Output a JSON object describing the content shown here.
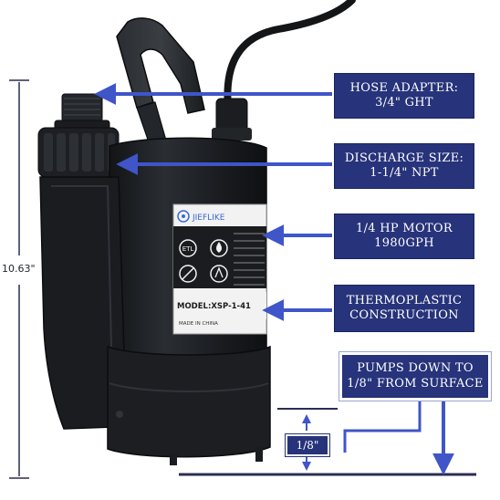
{
  "dimensions": {
    "height_label": "10.63\"",
    "gap_label": "1/8\""
  },
  "product_label": {
    "brand": "JIEFLIKE",
    "model": "MODEL:XSP-1-41",
    "origin": "MADE IN CHINA"
  },
  "callouts": [
    {
      "id": "hose-adapter",
      "lines": [
        "HOSE ADAPTER:",
        "3/4\" GHT"
      ]
    },
    {
      "id": "discharge-size",
      "lines": [
        "DISCHARGE SIZE:",
        "1-1/4\" NPT"
      ]
    },
    {
      "id": "motor",
      "lines": [
        "1/4 HP MOTOR",
        "1980GPH"
      ]
    },
    {
      "id": "construction",
      "lines": [
        "THERMOPLASTIC",
        "CONSTRUCTION"
      ]
    },
    {
      "id": "pumps-down",
      "lines": [
        "PUMPS DOWN TO",
        "1/8\" FROM SURFACE"
      ]
    }
  ],
  "colors": {
    "navy": "#27337a",
    "arrow_blue": "#3f55c8",
    "pump_body": "#1f2226",
    "dimension_line": "#2a2d52"
  },
  "icons": [
    "etl-cert-icon",
    "water-drop-icon",
    "no-clog-icon",
    "thermal-protect-icon",
    "pump-logo-icon"
  ]
}
